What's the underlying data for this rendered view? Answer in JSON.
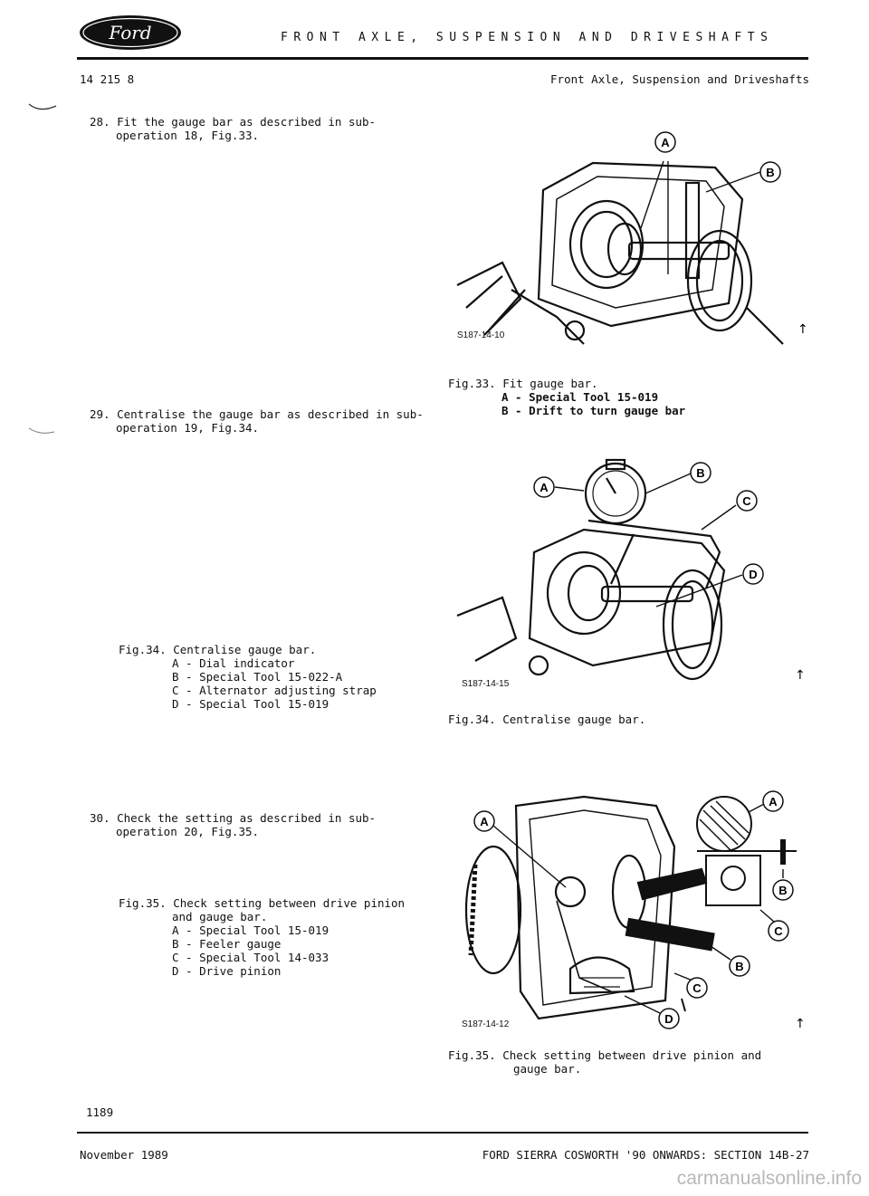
{
  "header": {
    "logo_text": "Ford",
    "title": "FRONT AXLE, SUSPENSION AND DRIVESHAFTS",
    "doc_ref": "14 215 8",
    "running_title": "Front Axle, Suspension and Driveshafts"
  },
  "steps": [
    {
      "text_line1": "28. Fit the gauge bar as described in sub-",
      "text_line2": "operation 18, Fig.33."
    },
    {
      "text_line1": "29. Centralise the gauge bar as described in sub-",
      "text_line2": "operation 19, Fig.34."
    },
    {
      "text_line1": "30. Check the setting as described in sub-",
      "text_line2": "operation 20, Fig.35."
    }
  ],
  "left_captions": {
    "fig34": {
      "title": "Fig.34. Centralise gauge bar.",
      "items": [
        "A - Dial indicator",
        "B - Special Tool 15-022-A",
        "C - Alternator adjusting strap",
        "D - Special Tool 15-019"
      ]
    },
    "fig35": {
      "title": "Fig.35. Check setting between drive pinion",
      "title2": "and gauge bar.",
      "items": [
        "A - Special Tool 15-019",
        "B - Feeler gauge",
        "C - Special Tool 14-033",
        "D - Drive pinion"
      ]
    }
  },
  "figures": {
    "fig33": {
      "code": "S187-14-10",
      "caption": "Fig.33. Fit gauge bar.",
      "items": [
        "A - Special Tool 15-019",
        "B - Drift to turn gauge bar"
      ],
      "labels": [
        "A",
        "B"
      ]
    },
    "fig34": {
      "code": "S187-14-15",
      "caption": "Fig.34. Centralise gauge bar.",
      "labels": [
        "A",
        "B",
        "C",
        "D"
      ]
    },
    "fig35": {
      "code": "S187-14-12",
      "caption_line1": "Fig.35. Check setting between drive pinion and",
      "caption_line2": "gauge bar.",
      "labels": [
        "A",
        "A",
        "B",
        "C",
        "B",
        "C",
        "D"
      ]
    }
  },
  "footer": {
    "page_number": "1189",
    "date": "November 1989",
    "section": "FORD SIERRA COSWORTH '90 ONWARDS: SECTION 14B-27",
    "watermark": "carmanualsonline.info"
  }
}
